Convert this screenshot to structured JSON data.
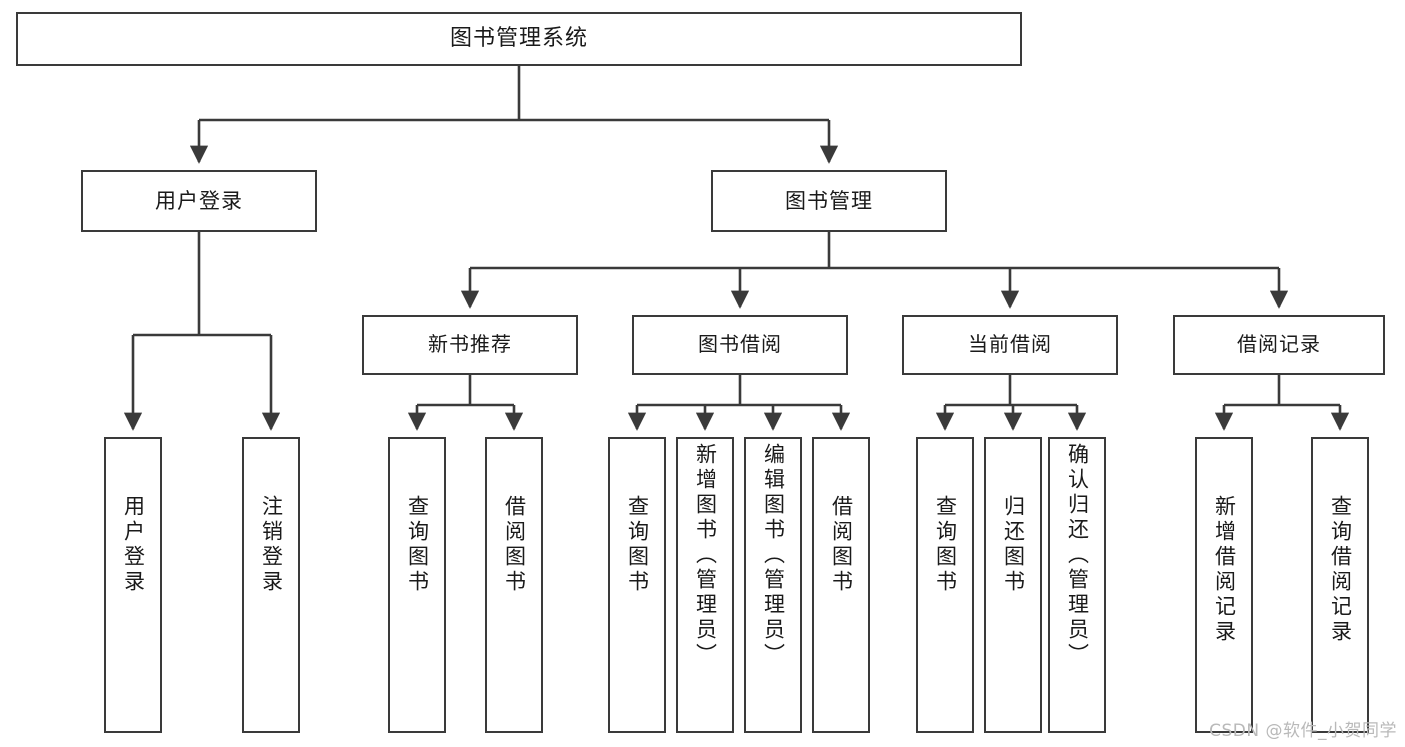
{
  "diagram": {
    "title": "图书管理系统",
    "type": "tree",
    "orientation": "top-down",
    "colors": {
      "box_border": "#3a3a3a",
      "box_fill": "#ffffff",
      "edge": "#3a3a3a",
      "text": "#1a1a1a",
      "watermark": "#b9b9b9",
      "background": "#ffffff"
    },
    "root": {
      "label": "图书管理系统"
    },
    "level1": [
      {
        "label": "用户登录"
      },
      {
        "label": "图书管理"
      }
    ],
    "level2": [
      {
        "label": "新书推荐"
      },
      {
        "label": "图书借阅"
      },
      {
        "label": "当前借阅"
      },
      {
        "label": "借阅记录"
      }
    ],
    "leaves": {
      "user_login": [
        {
          "label": "用户登录"
        },
        {
          "label": "注销登录"
        }
      ],
      "new_book_recommend": [
        {
          "label": "查询图书"
        },
        {
          "label": "借阅图书"
        }
      ],
      "book_borrow": [
        {
          "label": "查询图书"
        },
        {
          "label": "新增图书（管理员）"
        },
        {
          "label": "编辑图书（管理员）"
        },
        {
          "label": "借阅图书"
        }
      ],
      "current_borrow": [
        {
          "label": "查询图书"
        },
        {
          "label": "归还图书"
        },
        {
          "label": "确认归还（管理员）"
        }
      ],
      "borrow_record": [
        {
          "label": "新增借阅记录"
        },
        {
          "label": "查询借阅记录"
        }
      ]
    },
    "watermark": "CSDN @软件_小贺同学"
  }
}
